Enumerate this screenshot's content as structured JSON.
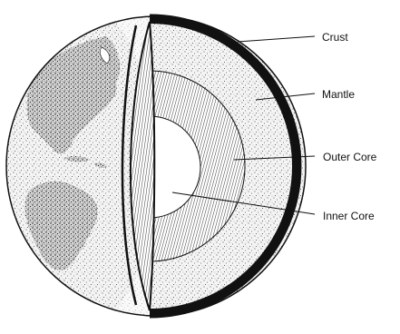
{
  "diagram": {
    "labels": {
      "crust": "Crust",
      "mantle": "Mantle",
      "outer_core": "Outer Core",
      "inner_core": "Inner Core"
    }
  },
  "colors": {
    "ink": "#111111",
    "paper": "#ffffff",
    "stipple": "#2a2a2a"
  }
}
